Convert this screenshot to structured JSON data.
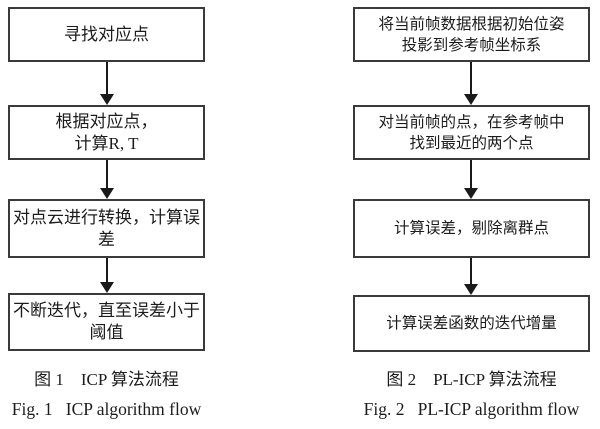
{
  "figure": {
    "colors": {
      "background": "#ffffff",
      "border": "#3a3a3a",
      "text": "#1c1c1c",
      "arrow": "#1a1a1a"
    },
    "flowcharts": [
      {
        "name": "ICP",
        "steps": [
          {
            "lines": [
              "寻找对应点"
            ]
          },
          {
            "lines": [
              "根据对应点，",
              "计算R, T"
            ]
          },
          {
            "lines": [
              "对点云进行转换，计算误",
              "差"
            ]
          },
          {
            "lines": [
              "不断迭代，直至误差小于",
              "阈值"
            ]
          }
        ],
        "caption_zh": "图 1　ICP 算法流程",
        "caption_en": "Fig. 1   ICP algorithm flow"
      },
      {
        "name": "PL-ICP",
        "steps": [
          {
            "lines": [
              "将当前帧数据根据初始位姿",
              "投影到参考帧坐标系"
            ]
          },
          {
            "lines": [
              "对当前帧的点，在参考帧中",
              "找到最近的两个点"
            ]
          },
          {
            "lines": [
              "计算误差，剔除离群点"
            ]
          },
          {
            "lines": [
              "计算误差函数的迭代增量"
            ]
          }
        ],
        "caption_zh": "图 2　PL-ICP 算法流程",
        "caption_en": "Fig. 2   PL-ICP algorithm flow"
      }
    ]
  }
}
